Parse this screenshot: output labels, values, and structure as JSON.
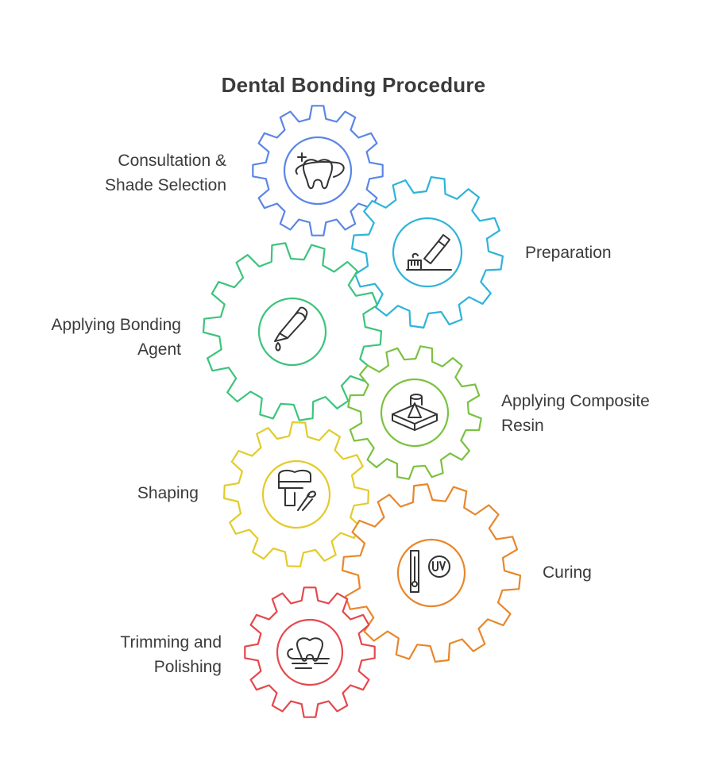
{
  "title": "Dental Bonding Procedure",
  "steps": [
    {
      "label": "Consultation &\nShade Selection",
      "color": "#5b86e5",
      "icon": "tooth-sparkle-icon"
    },
    {
      "label": "Preparation",
      "color": "#2eb3d9",
      "icon": "toothpaste-brush-icon"
    },
    {
      "label": "Applying Bonding\nAgent",
      "color": "#3cc47c",
      "icon": "adhesive-bottle-icon"
    },
    {
      "label": "Applying Composite\nResin",
      "color": "#7cc142",
      "icon": "resin-mold-icon"
    },
    {
      "label": "Shaping",
      "color": "#e1cc2b",
      "icon": "tooth-brush-shaping-icon"
    },
    {
      "label": "Curing",
      "color": "#e8872b",
      "icon": "uv-lamp-icon"
    },
    {
      "label": "Trimming and\nPolishing",
      "color": "#e5484d",
      "icon": "tooth-polish-icon"
    }
  ]
}
